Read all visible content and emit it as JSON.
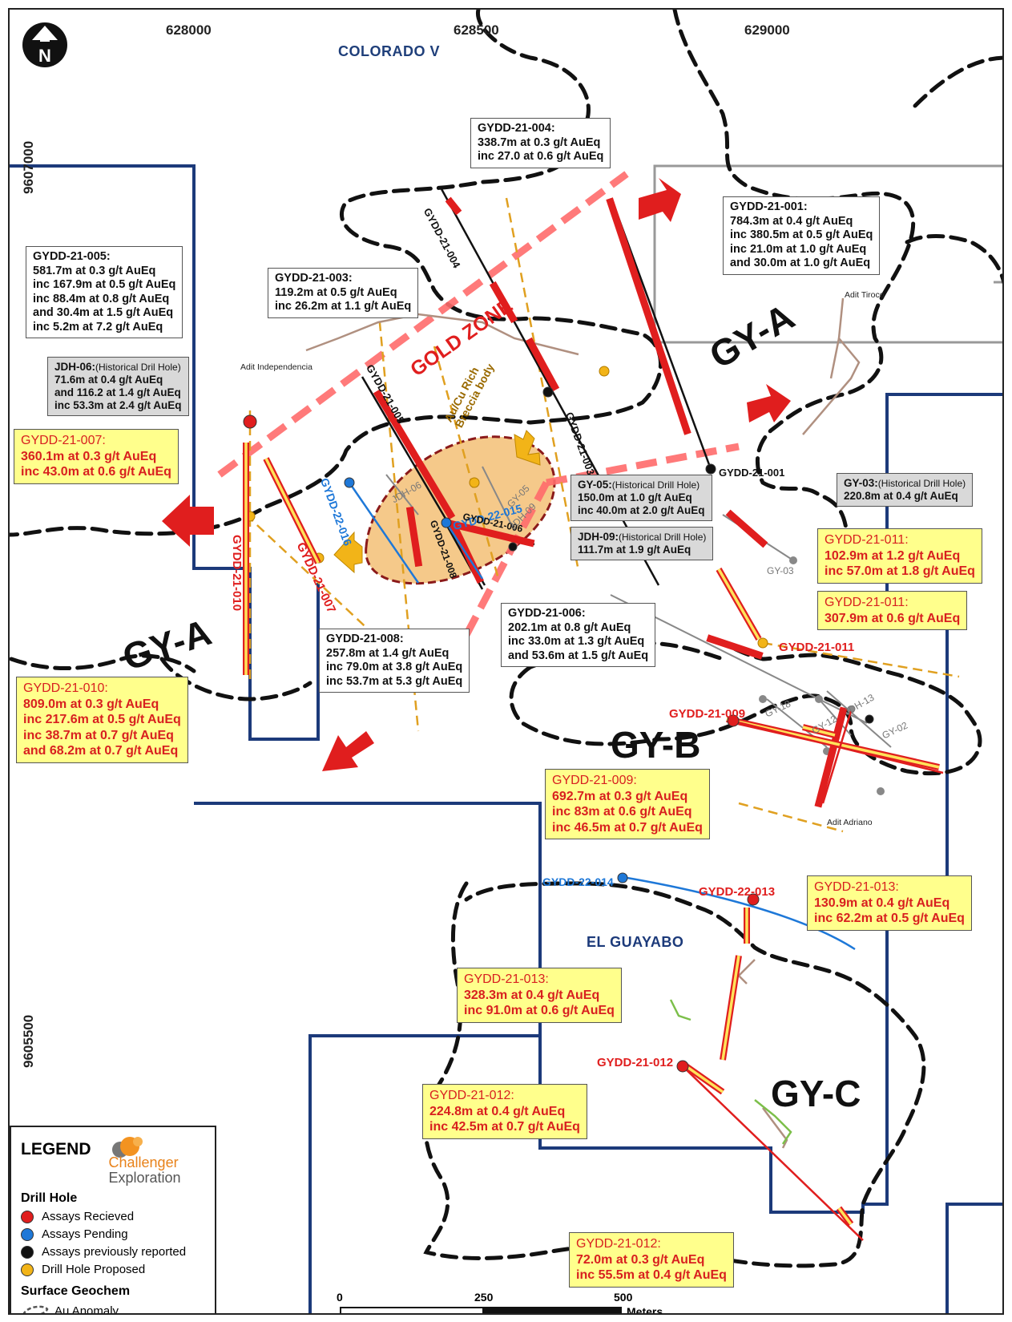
{
  "coords": {
    "x_labels": [
      "628000",
      "628500",
      "629000"
    ],
    "y_labels": [
      "9607000",
      "9605500"
    ]
  },
  "places": {
    "colorado_v": "COLORADO V",
    "el_guayabo": "EL GUAYABO",
    "gold_zone": "GOLD ZONE",
    "breccia": [
      "Au/Cu Rich",
      "Breccia body"
    ]
  },
  "zones": {
    "gya_east": "GY-A",
    "gya_west": "GY-A",
    "gyb": "GY-B",
    "gyc": "GY-C"
  },
  "adits": {
    "tiroco": "Adit Tiroco",
    "independencia": "Adit Independencia",
    "adriano": "Adit Adriano"
  },
  "hole_labels": {
    "gydd_21_004": "GYDD-21-004",
    "gydd_21_005": "GYDD-21-005",
    "gydd_21_003": "GYDD-21-003",
    "gydd_21_001": "GYDD-21-001",
    "gydd_22_015": "GYDD-22-015",
    "gydd_22_016": "GYDD-22-016",
    "gydd_21_006": "GYDD-21-006",
    "gydd_21_008": "GYDD-21-008",
    "gydd_21_010": "GYDD-21-010",
    "gydd_21_007": "GYDD-21-007",
    "gydd_21_011": "GYDD-21-011",
    "gydd_21_009": "GYDD-21-009",
    "gydd_22_014": "GYDD-22-014",
    "gydd_22_013": "GYDD-22-013",
    "gydd_21_012": "GYDD-21-012",
    "jdh_06": "JDH-06",
    "jdh_09": "JDH-09",
    "gy_05": "GY-05",
    "gy_03": "GY-03",
    "gy_18": "GY-18",
    "gy_12": "GY-12",
    "jdh_13": "JDH-13",
    "gy_02": "GY-02"
  },
  "boxes": {
    "b004": [
      "GYDD-21-004:",
      "338.7m at 0.3 g/t AuEq",
      "inc 27.0 at 0.6 g/t AuEq"
    ],
    "b001": [
      "GYDD-21-001:",
      "784.3m at 0.4 g/t AuEq",
      "inc 380.5m at 0.5 g/t AuEq",
      "inc 21.0m at 1.0 g/t AuEq",
      "and 30.0m at 1.0 g/t AuEq"
    ],
    "b005": [
      "GYDD-21-005:",
      "581.7m at 0.3 g/t AuEq",
      "inc 167.9m at 0.5 g/t AuEq",
      "inc 88.4m at 0.8 g/t AuEq",
      "and 30.4m at 1.5 g/t AuEq",
      "inc 5.2m at 7.2 g/t AuEq"
    ],
    "b003": [
      "GYDD-21-003:",
      "119.2m at 0.5 g/t AuEq",
      "inc 26.2m at 1.1 g/t AuEq"
    ],
    "jdh06": {
      "title": "JDH-06:",
      "suffix": "(Historical Dril Hole)",
      "lines": [
        "71.6m at 0.4 g/t AuEq",
        "and 116.2 at 1.4 g/t AuEq",
        "inc 53.3m at 2.4 g/t AuEq"
      ]
    },
    "b007": [
      "GYDD-21-007:",
      "360.1m at 0.3 g/t AuEq",
      "inc 43.0m at 0.6 g/t AuEq"
    ],
    "gy05": {
      "title": "GY-05:",
      "suffix": "(Historical Drill Hole)",
      "lines": [
        "150.0m at 1.0 g/t AuEq",
        "inc 40.0m at 2.0 g/t AuEq"
      ]
    },
    "jdh09": {
      "title": "JDH-09:",
      "suffix": "(Historical Drill Hole)",
      "lines": [
        "111.7m at 1.9 g/t AuEq"
      ]
    },
    "gy03": {
      "title": "GY-03:",
      "suffix": "(Historical Drill Hole)",
      "lines": [
        "220.8m at 0.4 g/t AuEq"
      ]
    },
    "b011a": [
      "GYDD-21-011:",
      "102.9m at 1.2 g/t AuEq",
      "inc 57.0m at 1.8 g/t AuEq"
    ],
    "b011b": [
      "GYDD-21-011:",
      "307.9m at 0.6 g/t AuEq"
    ],
    "b006": [
      "GYDD-21-006:",
      "202.1m at 0.8 g/t AuEq",
      "inc 33.0m at 1.3 g/t AuEq",
      "and 53.6m at 1.5 g/t AuEq"
    ],
    "b008": [
      "GYDD-21-008:",
      "257.8m at 1.4 g/t AuEq",
      "inc 79.0m at 3.8 g/t AuEq",
      "inc 53.7m at 5.3 g/t AuEq"
    ],
    "b010": [
      "GYDD-21-010:",
      "809.0m at 0.3 g/t AuEq",
      "inc 217.6m at 0.5 g/t AuEq",
      "inc 38.7m at 0.7 g/t AuEq",
      "and 68.2m at 0.7 g/t AuEq"
    ],
    "b009": [
      "GYDD-21-009:",
      "692.7m at 0.3 g/t AuEq",
      "inc 83m at 0.6 g/t AuEq",
      "inc 46.5m at 0.7 g/t AuEq"
    ],
    "b013a": [
      "GYDD-21-013:",
      "130.9m at 0.4 g/t AuEq",
      "inc 62.2m at 0.5 g/t AuEq"
    ],
    "b013b": [
      "GYDD-21-013:",
      "328.3m at 0.4 g/t AuEq",
      "inc 91.0m at 0.6 g/t AuEq"
    ],
    "b012a": [
      "GYDD-21-012:",
      "224.8m at 0.4 g/t AuEq",
      "inc 42.5m at 0.7 g/t AuEq"
    ],
    "b012b": [
      "GYDD-21-012:",
      "72.0m at 0.3 g/t AuEq",
      "inc 55.5m at 0.4 g/t AuEq"
    ]
  },
  "legend": {
    "title": "LEGEND",
    "logo_line1": "Challenger",
    "logo_line2": "Exploration",
    "drill_hole": "Drill Hole",
    "items": [
      {
        "label": "Assays Recieved",
        "color": "#e01e1e"
      },
      {
        "label": "Assays Pending",
        "color": "#1e78d8"
      },
      {
        "label": "Assays previously reported",
        "color": "#111111"
      },
      {
        "label": "Drill Hole Proposed",
        "color": "#f2b418"
      }
    ],
    "surface": "Surface Geochem",
    "au_anomaly": "Au Anomaly"
  },
  "scale": {
    "ticks": [
      "0",
      "250",
      "500"
    ],
    "unit": "Meters"
  },
  "colors": {
    "claim": "#1c3a7a",
    "drill": "#e01e1e",
    "proposed": "#e0a020",
    "highlight_fill": "#ffff8c",
    "breccia_fill": "#f5c98a"
  }
}
